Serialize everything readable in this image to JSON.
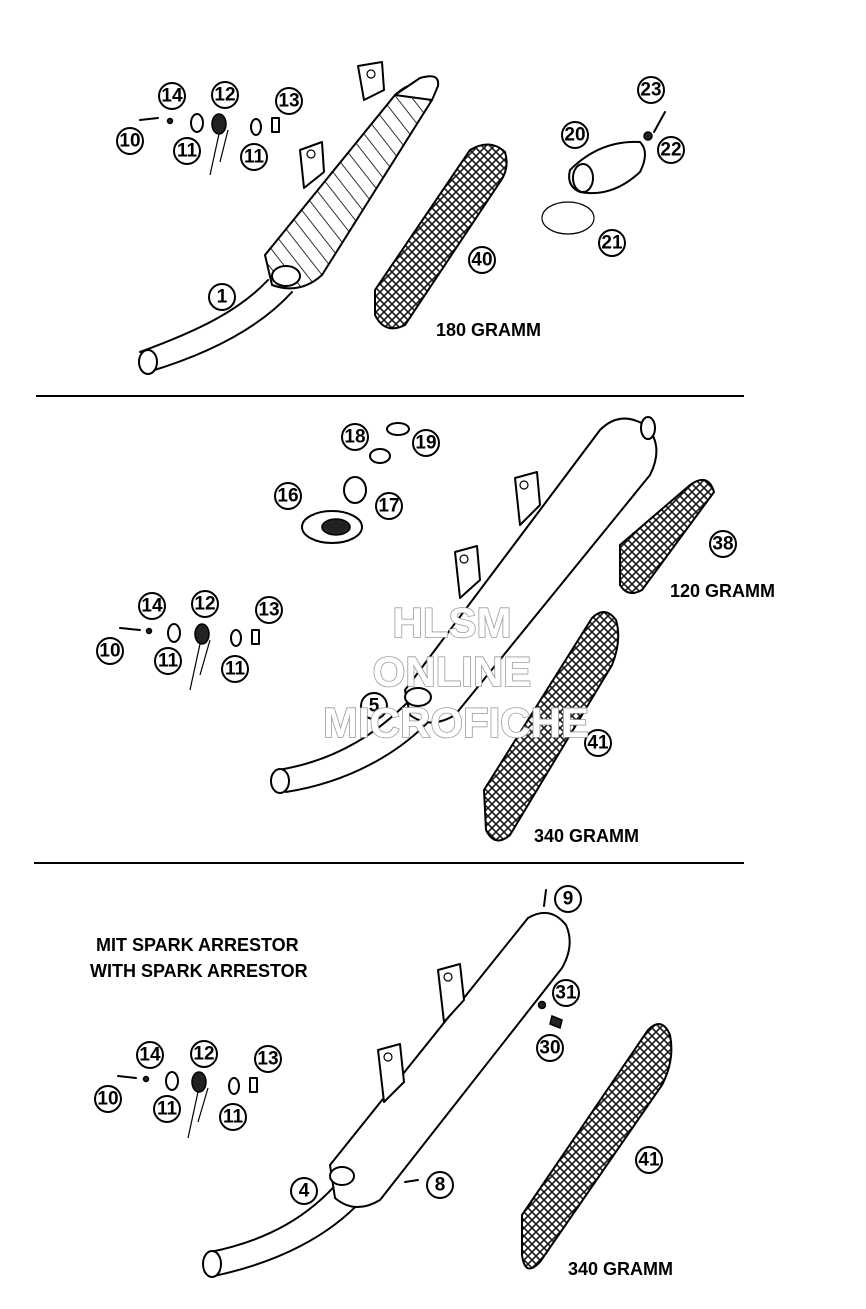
{
  "watermark": {
    "line1": "HLSM",
    "line2": "ONLINE",
    "line3": "MICROFICHE"
  },
  "section1": {
    "callouts": [
      "14",
      "12",
      "13",
      "10",
      "11",
      "11",
      "1",
      "40",
      "23",
      "20",
      "22",
      "21"
    ],
    "caption": "180 GRAMM"
  },
  "section2": {
    "callouts": [
      "18",
      "19",
      "16",
      "17",
      "38",
      "14",
      "12",
      "13",
      "10",
      "11",
      "11",
      "5",
      "41"
    ],
    "caption_packing_small": "120 GRAMM",
    "caption_packing_large": "340 GRAMM"
  },
  "section3": {
    "title_de": "MIT SPARK ARRESTOR",
    "title_en": "WITH SPARK ARRESTOR",
    "callouts": [
      "9",
      "31",
      "30",
      "14",
      "12",
      "13",
      "10",
      "11",
      "11",
      "4",
      "8",
      "41"
    ],
    "caption": "340 GRAMM"
  },
  "colors": {
    "ink": "#000000",
    "packing": "#2a2a2a",
    "watermark_stroke": "#9a9a9a"
  }
}
